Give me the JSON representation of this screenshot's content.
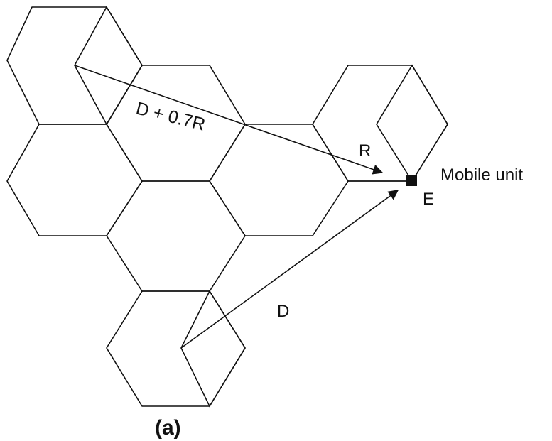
{
  "labels": {
    "interference_distance": "D + 0.7R",
    "cell_radius": "R",
    "reuse_distance": "D",
    "mobile_unit": "Mobile unit",
    "point_name": "E",
    "caption": "(a)"
  },
  "colors": {
    "ink": "#111111",
    "background": "#ffffff"
  }
}
